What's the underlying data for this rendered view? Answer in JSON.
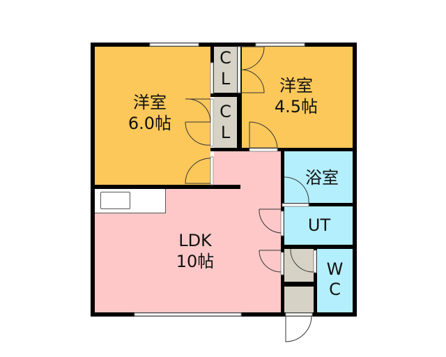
{
  "rooms": {
    "western_6": {
      "name": "洋室",
      "size": "6.0帖"
    },
    "western_45": {
      "name": "洋室",
      "size": "4.5帖"
    },
    "closet_1": {
      "c": "C",
      "l": "L"
    },
    "closet_2": {
      "c": "C",
      "l": "L"
    },
    "ldk": {
      "name": "LDK",
      "size": "10帖"
    },
    "bath": {
      "name": "浴室"
    },
    "utility": {
      "name": "UT"
    },
    "wc": {
      "w": "W",
      "c": "C"
    }
  },
  "colors": {
    "western": "#fcc85a",
    "ldk": "#fec8c8",
    "wet": "#b4effd",
    "closet": "#d6d3c6",
    "wall": "#000000"
  }
}
